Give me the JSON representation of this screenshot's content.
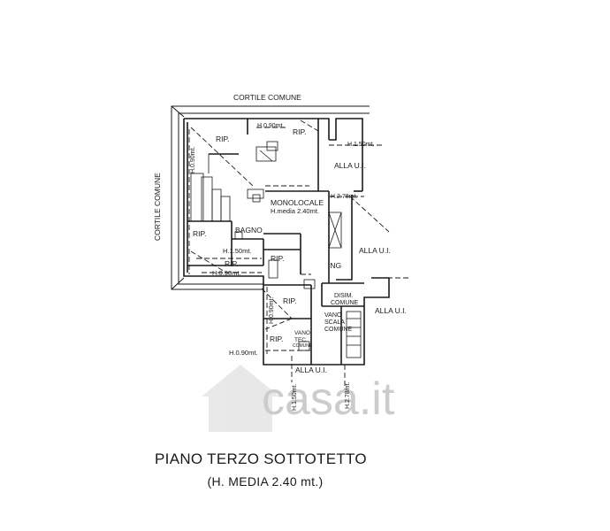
{
  "labels": {
    "cortile_top": "CORTILE  COMUNE",
    "cortile_left": "CORTILE  COMUNE",
    "rip_top_left": "RIP.",
    "h090_top": "H.0.90mt.",
    "rip_top_mid": "RIP.",
    "h150_top": "H.1.50mt.",
    "h090_left_vertical": "H.0.90mt.",
    "alla_ui_1": "ALLA U.I.",
    "monolocale": "MONOLOCALE",
    "h_media": "H.media 2.40mt.",
    "h278_mid": "H.2.78mt.",
    "rip_left": "RIP.",
    "bagno": "BAGNO",
    "alla_ui_2": "ALLA U.I.",
    "h150_mid": "H.1.50mt.",
    "rip_mid": "RIP.",
    "rip_small": "RIP.",
    "h090_mid": "H.0.90mt.",
    "ing": "ING",
    "disim": "DISIM.",
    "comune_1": "COMUNE",
    "rip_lower": "RIP.",
    "h090_lower_vertical": "H.0.90mt.",
    "vano": "VANO",
    "scala": "SCALA",
    "comune_2": "COMUNE",
    "alla_ui_3": "ALLA U.I.",
    "rip_bottom": "RIP.",
    "vano_tec": "VANO",
    "tec": "TEC.",
    "comune_3": "COMUNE",
    "h090_bottom": "H.0.90mt.",
    "alla_ui_4": "ALLA U.I.",
    "h150_bottom_vertical": "H.1.50mt.",
    "h278_bottom_vertical": "H.2.78mt."
  },
  "watermark": "casa.it",
  "caption": {
    "title": "PIANO TERZO SOTTOTETTO",
    "subtitle": "(H. MEDIA 2.40 mt.)"
  }
}
